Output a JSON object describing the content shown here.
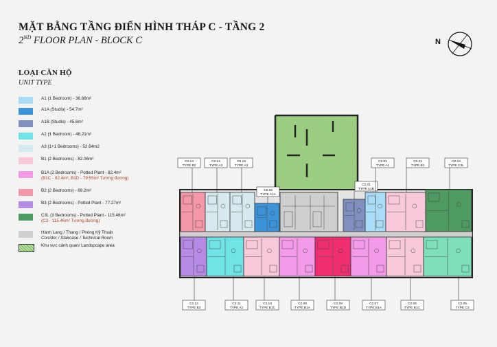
{
  "header": {
    "title_vi": "MẶT BẰNG TẦNG ĐIỂN HÌNH THÁP C - TẦNG 2",
    "title_en_sup": "ND",
    "title_en_num": "2",
    "title_en_rest": " FLOOR PLAN - BLOCK C"
  },
  "compass": {
    "label": "N"
  },
  "legend": {
    "heading_vi": "LOẠI CĂN HỘ",
    "heading_en": "UNIT TYPE",
    "items": [
      {
        "label": "A1 (1 Bedroom) - 36.88m²",
        "color": "#a9dcf7"
      },
      {
        "label": "A1A (Studio) - 54.7m²",
        "color": "#3b93d9"
      },
      {
        "label": "A1B (Studio) - 45.6m²",
        "color": "#7f8fbf"
      },
      {
        "label": "A2 (1 Bedroom) - 48.21m²",
        "color": "#6fe3e6"
      },
      {
        "label": "A3 (1+1 Bedrooms) - 52.64m2",
        "color": "#d5e9ee"
      },
      {
        "label": "B1 (2 Bedrooms) - 82.06m²",
        "color": "#f8c9d8"
      },
      {
        "label": "B1A (2 Bedrooms) - Potted Plant - 82.4m²",
        "sub": "(B1C - 82.4m², B1D - 79.55m² Tương đương)",
        "color": "#f39ae8"
      },
      {
        "label": "B2 (2 Bedrooms) - 68.2m²",
        "color": "#f497a8"
      },
      {
        "label": "B3 (2 Bedrooms) - Potted Plant - 77.27m²",
        "color": "#b68be6"
      },
      {
        "label": "C3L (3 Bedrooms) - Potted Plant - 115.46m²",
        "sub": "(C3 - 115.46m² Tương đương)",
        "color": "#4e9a60"
      },
      {
        "label": "Hành Lang / Thang / Phòng Kỹ Thuật",
        "sub2": "Corridor / Staircase / Technical Room",
        "color": "#cfcfcf"
      },
      {
        "label": "Khu vực cảnh quan/ Landspcape area",
        "color": "#b9e0a0"
      }
    ]
  },
  "units_top": [
    {
      "code": "C2.13",
      "type": "TYPE B2",
      "color": "#f497a8"
    },
    {
      "code": "C2.14",
      "type": "TYPE A3",
      "color": "#d5e9ee"
    },
    {
      "code": "C2.15",
      "type": "TYPE A3",
      "color": "#d5e9ee"
    },
    {
      "code": "C2.16",
      "type": "TYPE A1A",
      "color": "#3b93d9"
    },
    {
      "code": "C2.01",
      "type": "TYPE A1B",
      "color": "#7f8fbf"
    },
    {
      "code": "C2.02",
      "type": "TYPE A1",
      "color": "#a9dcf7"
    },
    {
      "code": "C2.03",
      "type": "TYPE B1",
      "color": "#f8c9d8"
    },
    {
      "code": "C2.04",
      "type": "TYPE C3L",
      "color": "#4e9a60"
    }
  ],
  "units_bottom": [
    {
      "code": "C2.12",
      "type": "TYPE B3",
      "color": "#b68be6"
    },
    {
      "code": "C2.11",
      "type": "TYPE A2",
      "color": "#6fe3e6"
    },
    {
      "code": "C2.10",
      "type": "TYPE B1C",
      "color": "#f8c9d8"
    },
    {
      "code": "C2.09",
      "type": "TYPE B1A",
      "color": "#f39ae8"
    },
    {
      "code": "C2.08",
      "type": "TYPE B1D",
      "color": "#ef2f72"
    },
    {
      "code": "C2.07",
      "type": "TYPE B1A",
      "color": "#f39ae8"
    },
    {
      "code": "C2.06",
      "type": "TYPE B1C",
      "color": "#f8c9d8"
    },
    {
      "code": "C2.05",
      "type": "TYPE C3",
      "color": "#7de0b8"
    }
  ]
}
